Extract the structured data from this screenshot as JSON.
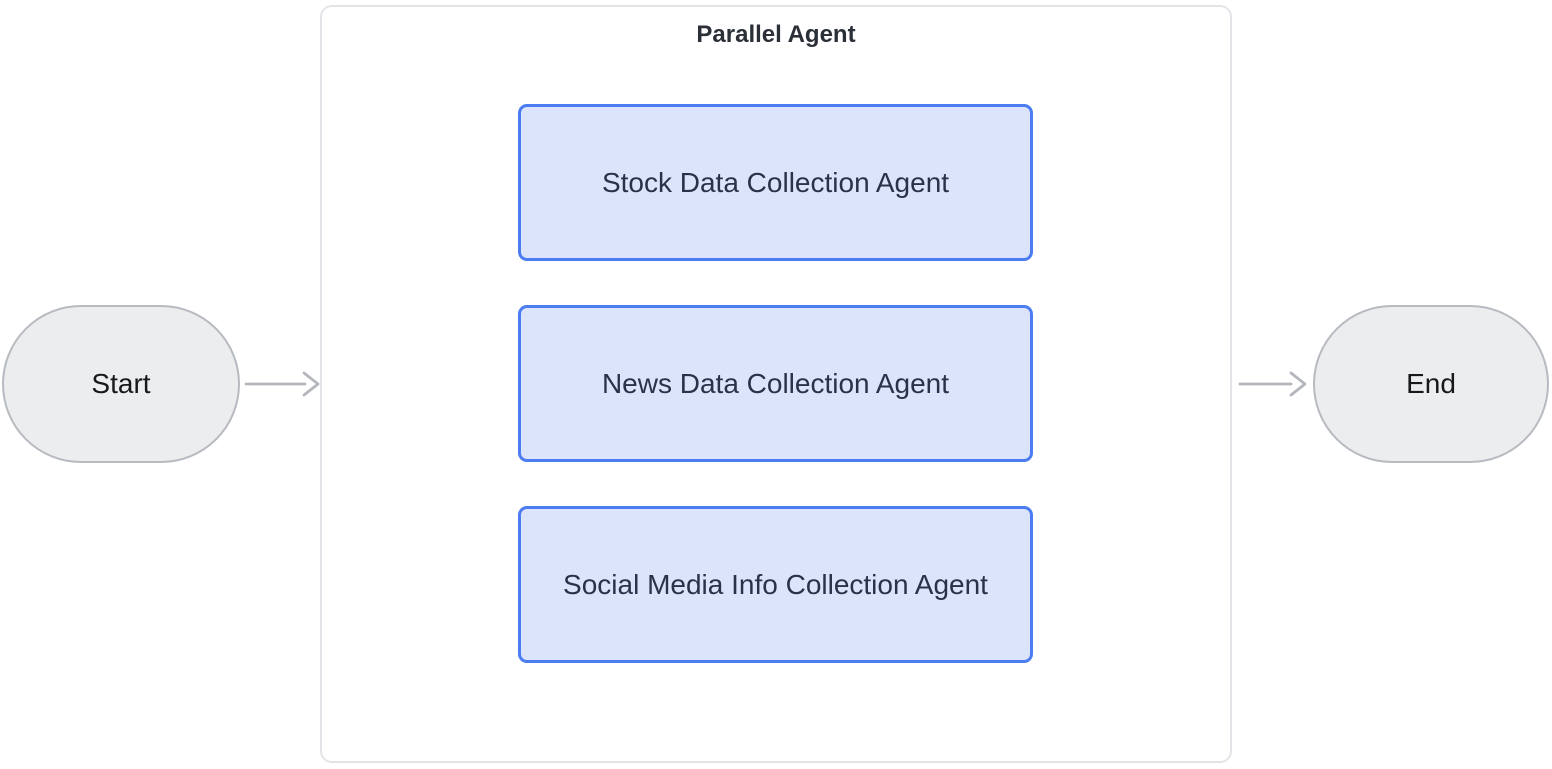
{
  "diagram": {
    "type": "flowchart",
    "direction": "left-to-right",
    "group": {
      "title": "Parallel Agent",
      "children": [
        "stock",
        "news",
        "social"
      ]
    },
    "nodes": {
      "start": {
        "label": "Start",
        "shape": "stadium"
      },
      "stock": {
        "label": "Stock Data Collection Agent",
        "shape": "rounded-rect"
      },
      "news": {
        "label": "News Data Collection Agent",
        "shape": "rounded-rect"
      },
      "social": {
        "label": "Social Media Info Collection Agent",
        "shape": "rounded-rect"
      },
      "end": {
        "label": "End",
        "shape": "stadium"
      }
    },
    "edges": [
      {
        "from": "start",
        "to": "parallel-agent"
      },
      {
        "from": "parallel-agent-entry",
        "to": "stock"
      },
      {
        "from": "parallel-agent-entry",
        "to": "news"
      },
      {
        "from": "parallel-agent-entry",
        "to": "social"
      },
      {
        "from": "stock",
        "to": "parallel-agent-exit"
      },
      {
        "from": "news",
        "to": "parallel-agent-exit"
      },
      {
        "from": "social",
        "to": "parallel-agent-exit"
      },
      {
        "from": "parallel-agent",
        "to": "end"
      }
    ],
    "colors": {
      "background": "#ffffff",
      "edge": "#b3b6bb",
      "group_border": "#e2e4e8",
      "group_fill": "#ffffff",
      "terminal_fill": "#ecedee",
      "terminal_border": "#b7bbc1",
      "terminal_text": "#17191d",
      "agent_fill": "#dbe4fa",
      "agent_border": "#4c7cf1",
      "agent_text": "#283349",
      "title_text": "#2b3038"
    }
  }
}
